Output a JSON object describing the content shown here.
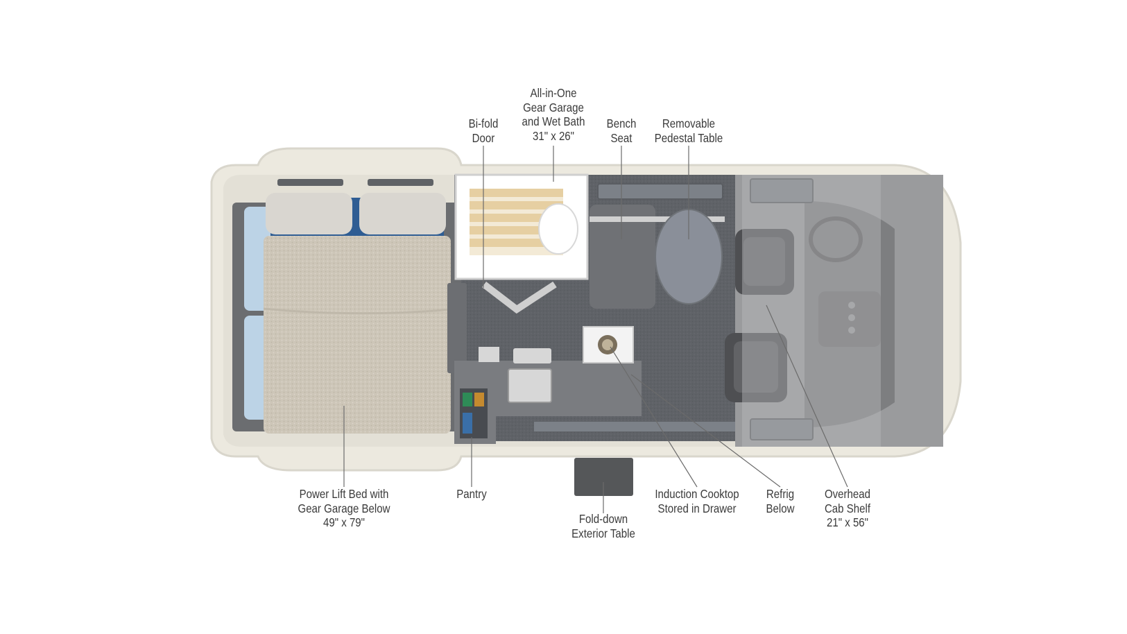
{
  "palette": {
    "shell": "#ece9df",
    "shell_edge": "#d9d6cc",
    "floor": "#5e6166",
    "cab_tint": "#8c8d8f",
    "bath_floor": "#f6f6f6",
    "slat": "#e6cfa2",
    "duvet": "#cdc5b7",
    "pillow": "#d9d6d0",
    "blue": "#2f5d93",
    "cabinet": "#7a7c80",
    "leader": "#6b6b6b",
    "text": "#3a3a3a"
  },
  "labels": {
    "bifold": [
      "Bi-fold",
      "Door"
    ],
    "wetbath": [
      "All-in-One",
      "Gear Garage",
      "and Wet Bath",
      "31\" x 26\""
    ],
    "bench": [
      "Bench",
      "Seat"
    ],
    "table": [
      "Removable",
      "Pedestal Table"
    ],
    "bed": [
      "Power Lift Bed with",
      "Gear Garage Below",
      "49\" x 79\""
    ],
    "pantry": [
      "Pantry"
    ],
    "exterior_table": [
      "Fold-down",
      "Exterior Table"
    ],
    "cooktop": [
      "Induction Cooktop",
      "Stored in Drawer"
    ],
    "refrig": [
      "Refrig",
      "Below"
    ],
    "cab_shelf": [
      "Overhead",
      "Cab Shelf",
      "21\" x 56\""
    ]
  }
}
